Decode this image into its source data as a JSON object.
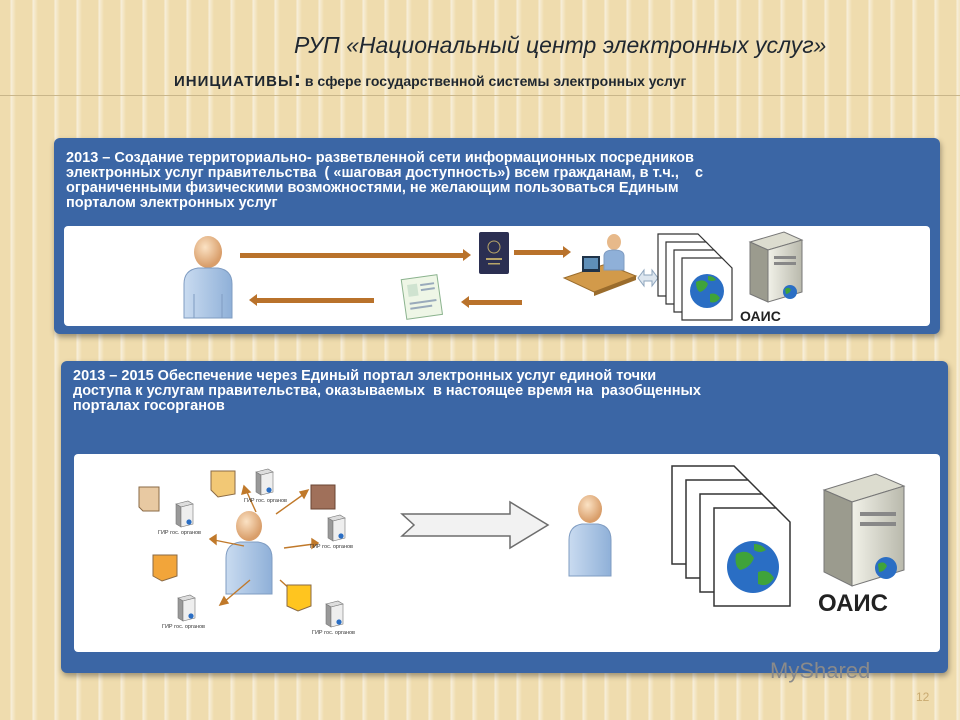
{
  "header": {
    "title": "РУП «Национальный центр электронных услуг»",
    "subtitle_lead": "ИНИЦИАТИВЫ",
    "subtitle_colon": ":",
    "subtitle_rest": " в сфере государственной системы электронных услуг"
  },
  "panel1": {
    "text": "2013 – Создание территориально- разветвленной сети информационных посредников\nэлектронных услуг правительства  ( «шаговая доступность») всем гражданам, в т.ч.,    с\nограниченными физическими возможностями, не желающим пользоваться Единым\nпорталом электронных услуг",
    "server_label": "ОАИС"
  },
  "panel2": {
    "text": "2013 – 2015 Обеспечение через Единый портал электронных услуг единой точки\nдоступа к услугам правительства, оказываемых  в настоящее время на  разобщенных\nпорталах госорганов",
    "gir_label": "ГИР гос. органов",
    "server_label": "ОАИС"
  },
  "colors": {
    "panel": "#3b66a5",
    "arrow": "#b9722b",
    "background": "#efdcae"
  },
  "footer": {
    "watermark": "MyShared",
    "page_number": "12"
  }
}
